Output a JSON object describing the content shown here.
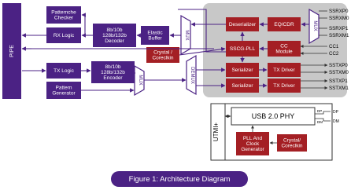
{
  "colors": {
    "purple": "#4b2284",
    "red": "#a41f24",
    "gray_panel": "#c8c8c8",
    "caption_bg": "#4b2284"
  },
  "blocks": {
    "pipe": "PIPE",
    "pattern_checker": "Patternche\nChecker",
    "rx_logic": "RX Logic",
    "decoder": "8b/10b\n128b/132b\nDecoder",
    "elastic_buffer": "Elastic\nBuffer",
    "tx_logic": "TX Logic",
    "encoder": "8b/10b\n128b/132b\nEncoder",
    "pattern_generator": "Pattern\nGenerator",
    "crystal_top": "Crystal /\nCoreclkin",
    "deserializer": "Deserializer",
    "eq_cdr": "EQ/CDR",
    "sscg_pll": "SSCG-PLL",
    "cc_module": "CC\nModule",
    "serializer_1": "Serializer",
    "serializer_2": "Serializer",
    "tx_driver_1": "TX Driver",
    "tx_driver_2": "TX Driver",
    "mux_rx_top": "MUX",
    "mux_rx_right": "MUX",
    "mux_tx_mid": "MUX",
    "demux": "DEMUX",
    "utmi": "UTMI+",
    "usb_phy": "USB 2.0 PHY",
    "pll_clock_gen": "PLL And\nClock\nGenerator",
    "crystal_bottom": "Crystal/\nCoreclkin"
  },
  "pins": {
    "ssrxp0": "SSRXP0",
    "ssrxm0": "SSRXM0",
    "ssrxp1": "SSRXP1",
    "ssrxm1": "SSRXM1",
    "cc1": "CC1",
    "cc2": "CC2",
    "sstxp0": "SSTXP0",
    "sstxm0": "SSTXM0",
    "sstxp1": "SSTXP1",
    "sstxm1": "SSTXM1",
    "dp": "DP",
    "dm": "DM"
  },
  "caption": "Figure 1:  Architecture Diagram"
}
